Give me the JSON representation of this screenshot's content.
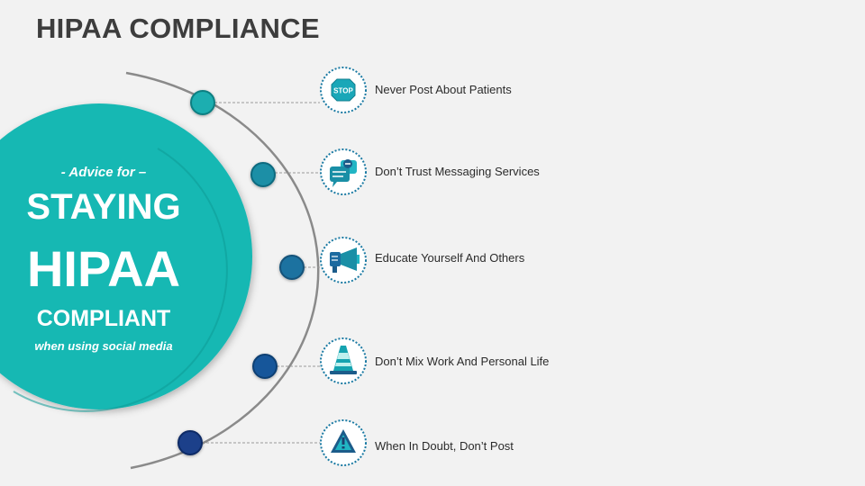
{
  "title": "HIPAA COMPLIANCE",
  "circle": {
    "intro": "- Advice for –",
    "line1": "STAYING",
    "line2": "HIPAA",
    "line3": "COMPLIANT",
    "subtitle": "when using social media"
  },
  "items": [
    {
      "label": "Never Post About Patients",
      "icon": "stop-sign-icon",
      "icon_text": "STOP",
      "dot_color": "#1aaeb0"
    },
    {
      "label": "Don’t Trust Messaging Services",
      "icon": "chat-bubbles-icon",
      "dot_color": "#1a8fa6"
    },
    {
      "label": "Educate Yourself And Others",
      "icon": "megaphone-icon",
      "dot_color": "#1c72a0"
    },
    {
      "label": "Don’t Mix Work And Personal Life",
      "icon": "traffic-cone-icon",
      "dot_color": "#18579a"
    },
    {
      "label": "When In Doubt, Don’t Post",
      "icon": "warning-triangle-icon",
      "dot_color": "#1a3f8a"
    }
  ],
  "colors": {
    "circle": "#15b8b3",
    "title": "#3d3d3d",
    "arc": "#8a8a8a",
    "icon_ring": "#1a7aa3"
  }
}
